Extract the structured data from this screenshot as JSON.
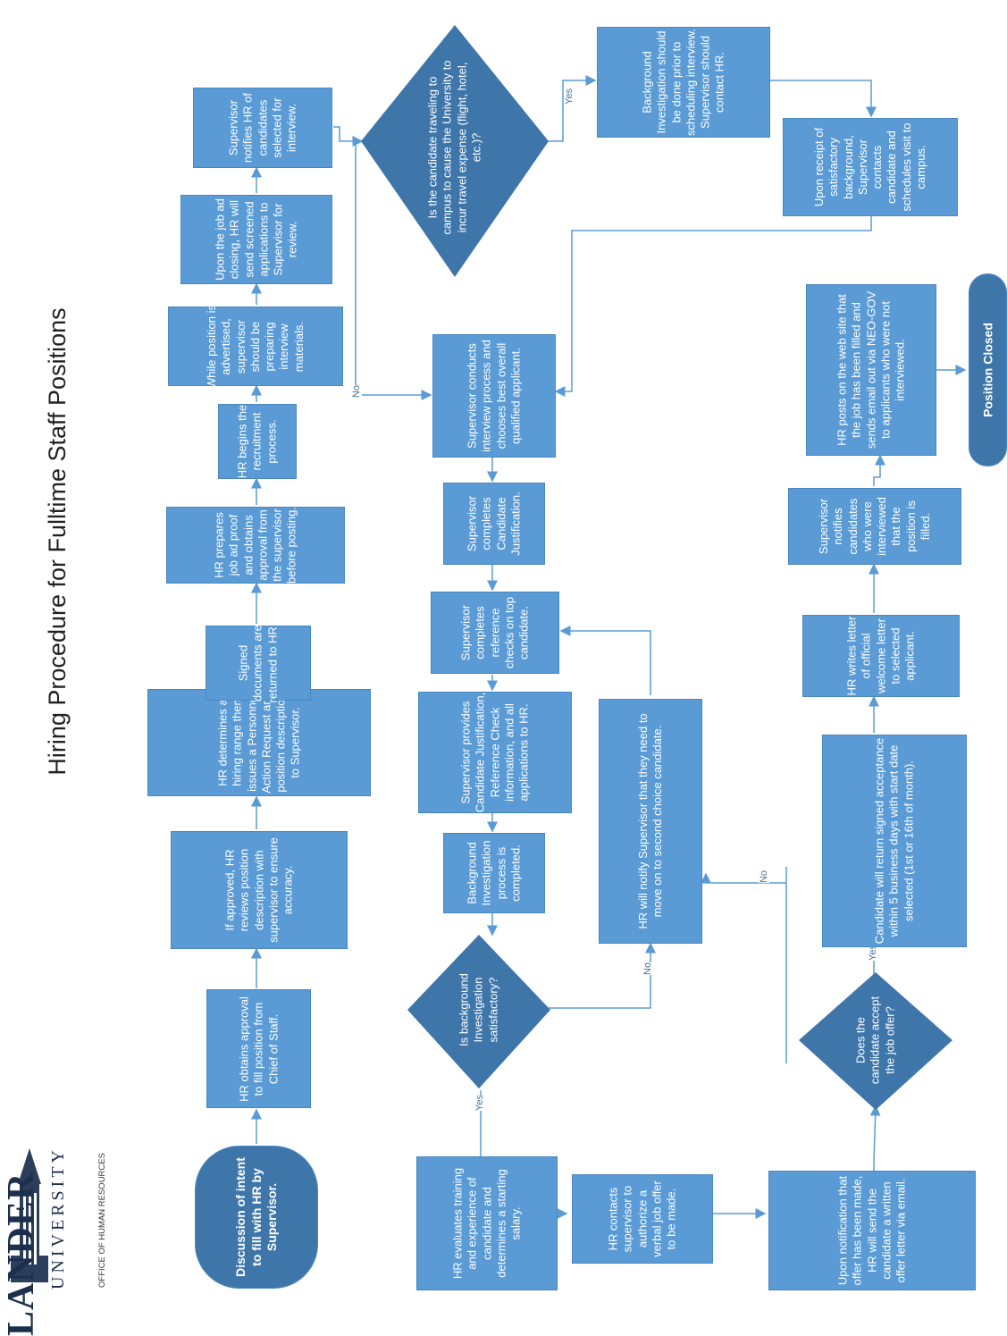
{
  "title": "Hiring Procedure for Fulltime Staff Positions",
  "logo": {
    "name": "LANDER",
    "sub": "UNIVERSITY",
    "office": "OFFICE OF HUMAN RESOURCES"
  },
  "nodes": {
    "start": "Discussion of intent to fill with HR by Supervisor.",
    "approval": "HR obtains approval to fill position from Chief of Staff.",
    "review": "If approved, HR reviews position description with supervisor to ensure accuracy.",
    "hiring_range": "HR determines a hiring range then issues a Personnel Action Request and position description to Supervisor.",
    "signed_docs": "Signed documents are returned to HR.",
    "job_ad": "HR prepares job ad proof and obtains approval from the supervisor before posting.",
    "recruit": "HR begins the recruitment process.",
    "advertised": "While position is advertised, supervisor should be preparing interview materials.",
    "closing": "Upon the job ad closing, HR will send screened applications to Supervisor for review.",
    "notify_hr": "Supervisor notifies HR of candidates selected for interview.",
    "travel_q": "Is the candidate traveling to campus to cause the University to incur travel expense (flight, hotel, etc.)?",
    "bg_before": "Background Investigation should be done prior to scheduling interview. Supervisor should contact HR.",
    "receipt": "Upon receipt of satisfactory background, Supervisor contacts candidate and schedules visit to campus.",
    "interview": "Supervisor conducts interview process and chooses best overall qualified applicant.",
    "justification": "Supervisor completes Candidate Justification.",
    "reference": "Supervisor completes reference checks on top candidate.",
    "provides": "Supervisor provides Candidate Justification, Reference Check information, and all applications to HR.",
    "bg_complete": "Background Investigation process is completed.",
    "bg_q": "Is background Investigation satisfactory?",
    "second_choice": "HR will notify Supervisor that they need to move on to second choice candidate.",
    "evaluate": "HR evaluates training and experience of candidate and determines a starting salary.",
    "contacts": "HR contacts supervisor to authorize a verbal job offer to be made.",
    "written_offer": "Upon notification that offer has been made, HR will send the candidate a written offer letter via email.",
    "accept_q": "Does the candidate accept the job offer?",
    "return_signed": "Candidate will return signed acceptance within 5 business days with start date selected (1st or 16th of month).",
    "welcome": "HR writes letter of official welcome letter to selected applicant.",
    "notifies_filled": "Supervisor notifies candidates who were interviewed that the position is filled.",
    "web_post": "HR posts on the web site that the job has been filled and sends email out via NEO-GOV to applicants who were not interviewed.",
    "end": "Position Closed"
  },
  "labels": {
    "yes": "Yes",
    "no": "No"
  },
  "colors": {
    "box": "#5b9bd5",
    "terminal": "#3f76aa",
    "arrow": "#5b9bd5"
  }
}
